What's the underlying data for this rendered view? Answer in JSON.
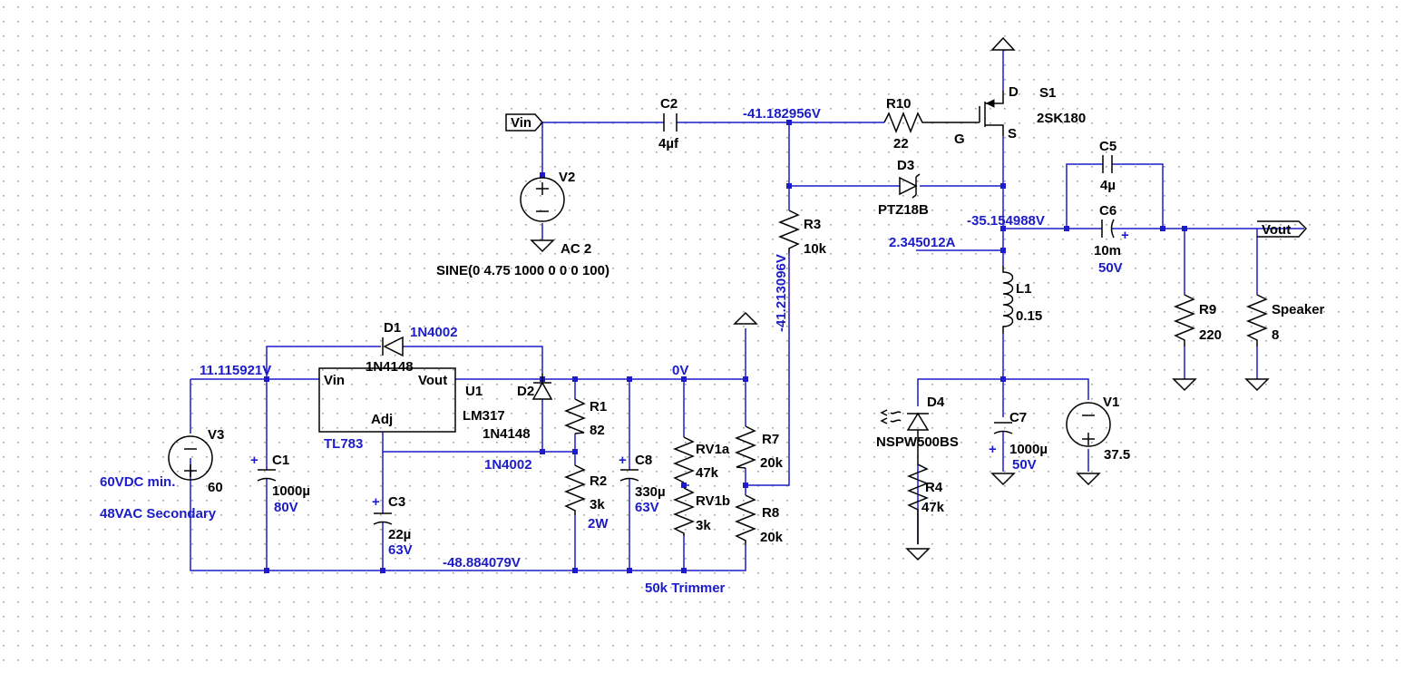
{
  "colors": {
    "wire": "#1c1cc8",
    "component": "#000000",
    "grid_dots": "#9a9a9a",
    "background": "#ffffff"
  },
  "labels": {
    "vin_port": "Vin",
    "vout_port": "Vout",
    "c2_name": "C2",
    "c2_val": "4µf",
    "r10_name": "R10",
    "r10_val": "22",
    "s1_name": "S1",
    "s1_part": "2SK180",
    "s1_d": "D",
    "s1_g": "G",
    "s1_s": "S",
    "d3_name": "D3",
    "d3_part": "PTZ18B",
    "c5_name": "C5",
    "c5_val": "4µ",
    "c6_name": "C6",
    "c6_val": "10m",
    "c6_volt": "50V",
    "r3_name": "R3",
    "r3_val": "10k",
    "v2_name": "V2",
    "v2_val": "AC 2",
    "v2_func": "SINE(0 4.75 1000 0 0 0 100)",
    "l1_name": "L1",
    "l1_val": "0.15",
    "r9_name": "R9",
    "r9_val": "220",
    "spk_name": "Speaker",
    "spk_val": "8",
    "d1_name": "D1",
    "d1_part1": "1N4002",
    "d1_part2": "1N4148",
    "u1_name": "U1",
    "u1_part1": "LM317",
    "u1_part2": "TL783",
    "u1_vin": "Vin",
    "u1_vout": "Vout",
    "u1_adj": "Adj",
    "d2_name": "D2",
    "d2_part1": "1N4148",
    "d2_part2": "1N4002",
    "r1_name": "R1",
    "r1_val": "82",
    "r2_name": "R2",
    "r2_val": "3k",
    "r2_pwr": "2W",
    "c8_name": "C8",
    "c8_val": "330µ",
    "c8_volt": "63V",
    "rv1a_name": "RV1a",
    "rv1a_val": "47k",
    "rv1b_name": "RV1b",
    "rv1b_val": "3k",
    "rv_note": "50k Trimmer",
    "r7_name": "R7",
    "r7_val": "20k",
    "r8_name": "R8",
    "r8_val": "20k",
    "v3_name": "V3",
    "v3_val": "60",
    "v3_note1": "60VDC min.",
    "v3_note2": "48VAC Secondary",
    "c1_name": "C1",
    "c1_val": "1000µ",
    "c1_volt": "80V",
    "c3_name": "C3",
    "c3_val": "22µ",
    "c3_volt": "63V",
    "d4_name": "D4",
    "d4_part": "NSPW500BS",
    "r4_name": "R4",
    "r4_val": "47k",
    "c7_name": "C7",
    "c7_val": "1000µ",
    "c7_volt": "50V",
    "v1_name": "V1",
    "v1_val": "37.5"
  },
  "readouts": {
    "gate_node": "-41.182956V",
    "r3_node": "-41.213096V",
    "source_node": "-35.154988V",
    "l1_current": "2.345012A",
    "v3_node": "11.115921V",
    "zero_node": "0V",
    "neg_node": "-48.884079V"
  }
}
